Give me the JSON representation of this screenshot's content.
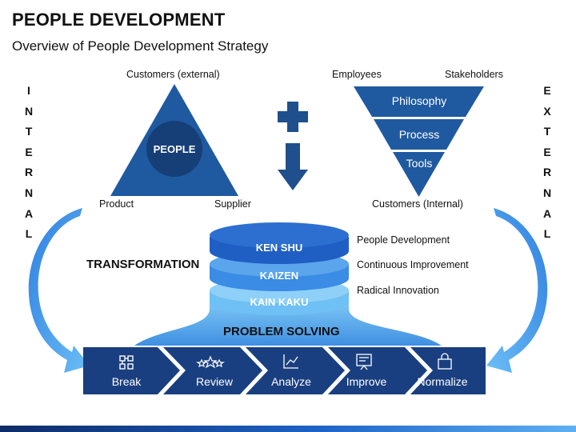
{
  "header": {
    "title": "PEOPLE DEVELOPMENT",
    "subtitle": "Overview of People Development Strategy"
  },
  "internal_label": [
    "I",
    "N",
    "T",
    "E",
    "R",
    "N",
    "A",
    "L"
  ],
  "external_label": [
    "E",
    "X",
    "T",
    "E",
    "R",
    "N",
    "A",
    "L"
  ],
  "triangle": {
    "center": "PEOPLE",
    "top": "Customers (external)",
    "left": "Product",
    "right": "Supplier"
  },
  "inverted_triangle": {
    "top_left": "Employees",
    "top_right": "Stakeholders",
    "levels": [
      "Philosophy",
      "Process",
      "Tools"
    ],
    "bottom": "Customers (Internal)"
  },
  "transformation": {
    "label": "TRANSFORMATION",
    "layers": [
      "KEN SHU",
      "KAIZEN",
      "KAIN KAKU"
    ],
    "descriptions": [
      "People Development",
      "Continuous Improvement",
      "Radical Innovation"
    ]
  },
  "problem_solving": {
    "label": "PROBLEM SOLVING",
    "steps": [
      {
        "label": "Break",
        "icon": "break-icon"
      },
      {
        "label": "Review",
        "icon": "stars-review-icon"
      },
      {
        "label": "Analyze",
        "icon": "chart-analyze-icon"
      },
      {
        "label": "Improve",
        "icon": "improve-board-icon"
      },
      {
        "label": "Normalize",
        "icon": "shopping-bag-icon"
      }
    ]
  },
  "colors": {
    "navy": "#1a3f80",
    "mid_blue": "#1d63c6",
    "light_blue": "#59b3ee",
    "triangle_blue": "#1f5aa0"
  }
}
